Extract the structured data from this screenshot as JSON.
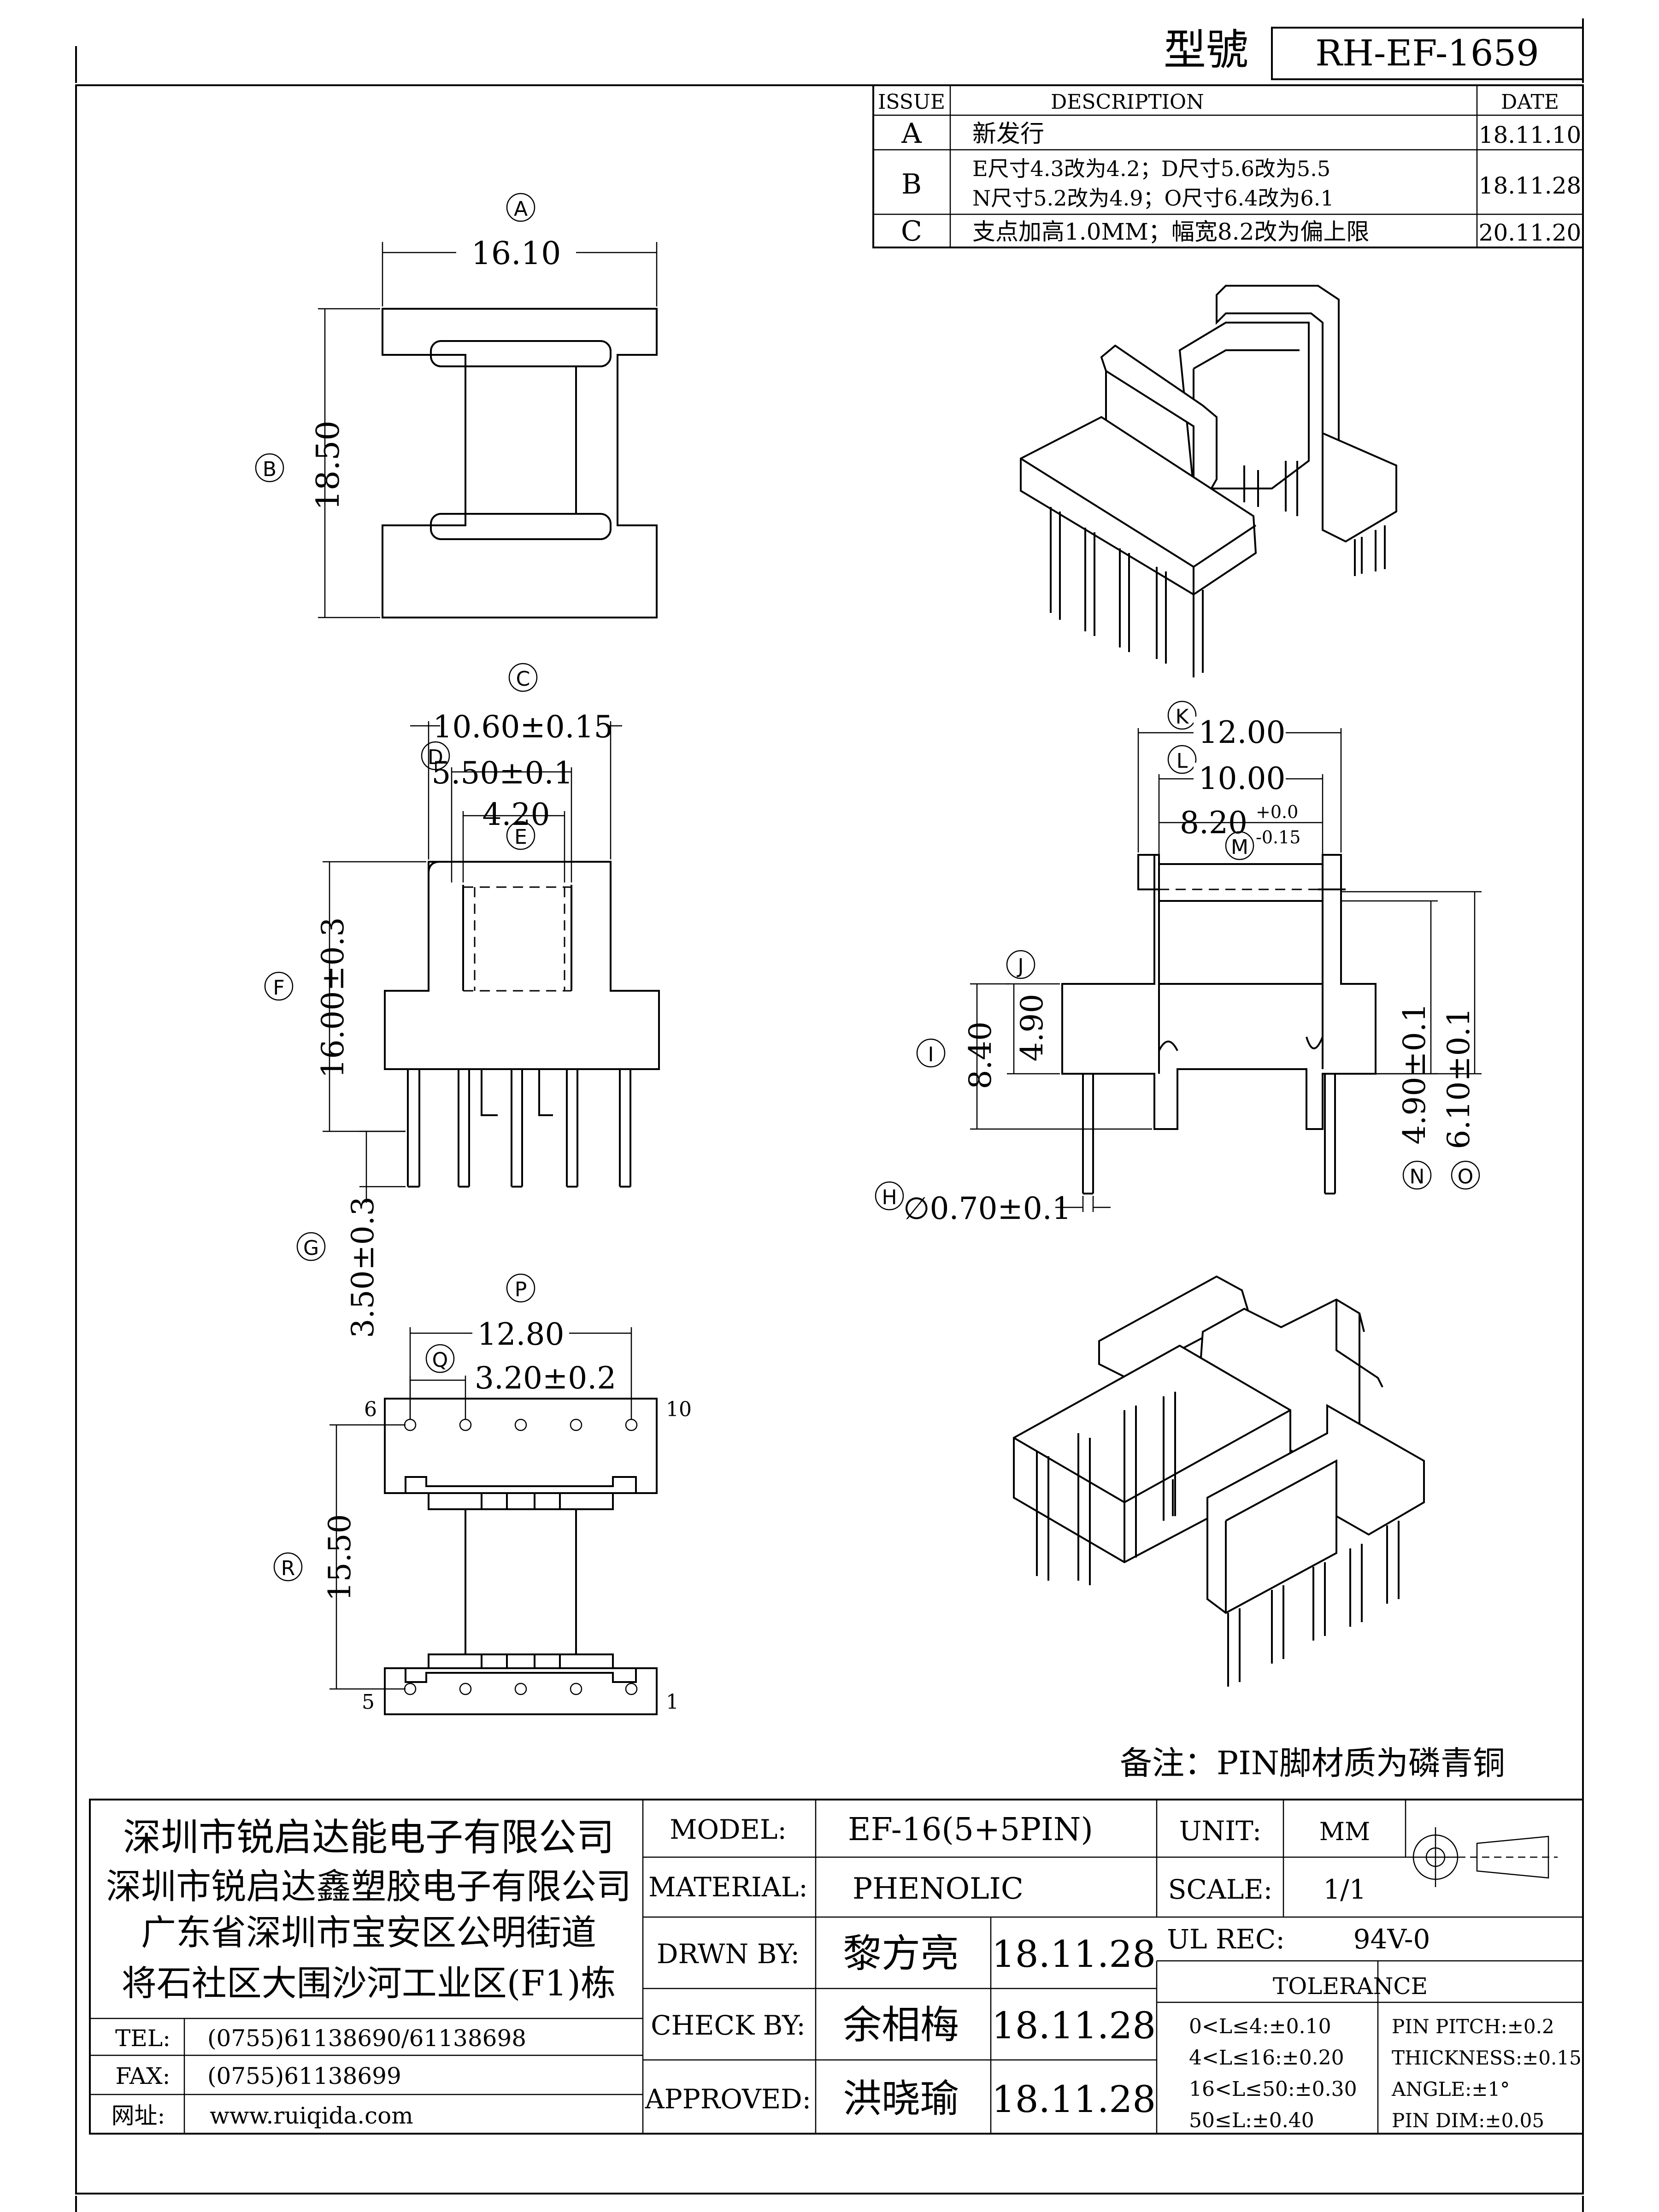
{
  "header": {
    "model_label": "型號",
    "model_value": "RH-EF-1659"
  },
  "revisions": {
    "headers": [
      "ISSUE",
      "DESCRIPTION",
      "DATE"
    ],
    "rows": [
      {
        "issue": "A",
        "desc": [
          "新发行"
        ],
        "date": "18.11.10"
      },
      {
        "issue": "B",
        "desc": [
          "E尺寸4.3改为4.2；D尺寸5.6改为5.5",
          "N尺寸5.2改为4.9；O尺寸6.4改为6.1"
        ],
        "date": "18.11.28"
      },
      {
        "issue": "C",
        "desc": [
          "支点加高1.0MM；幅宽8.2改为偏上限"
        ],
        "date": "20.11.20"
      }
    ]
  },
  "dims": {
    "A": {
      "tag": "Ⓐ",
      "value": "16.10"
    },
    "B": {
      "tag": "Ⓑ",
      "value": "18.50"
    },
    "C": {
      "tag": "Ⓒ",
      "value": "10.60±0.15"
    },
    "D": {
      "tag": "Ⓓ",
      "value": "5.50±0.1"
    },
    "E": {
      "tag": "Ⓔ",
      "value": "4.20"
    },
    "F": {
      "tag": "Ⓕ",
      "value": "16.00±0.3"
    },
    "G": {
      "tag": "Ⓖ",
      "value": "3.50±0.3"
    },
    "H": {
      "tag": "Ⓗ",
      "value": "∅0.70±0.1"
    },
    "I": {
      "tag": "Ⓘ",
      "value": "8.40"
    },
    "J": {
      "tag": "Ⓙ",
      "value": "4.90"
    },
    "K": {
      "tag": "Ⓚ",
      "value": "12.00"
    },
    "L": {
      "tag": "Ⓛ",
      "value": "10.00"
    },
    "M": {
      "tag": "Ⓜ",
      "value": "8.20",
      "tol_plus": "+0.0",
      "tol_minus": "-0.15"
    },
    "N": {
      "tag": "Ⓝ",
      "value": "4.90±0.1"
    },
    "O": {
      "tag": "Ⓞ",
      "value": "6.10±0.1"
    },
    "P": {
      "tag": "Ⓟ",
      "value": "12.80"
    },
    "Q": {
      "tag": "Ⓠ",
      "value": "3.20±0.2"
    },
    "R": {
      "tag": "Ⓡ",
      "value": "15.50"
    }
  },
  "pins": {
    "top_left": "6",
    "top_right": "10",
    "bottom_left": "5",
    "bottom_right": "1"
  },
  "note": "备注：PIN脚材质为磷青铜",
  "company": {
    "lines": [
      "深圳市锐启达能电子有限公司",
      "深圳市锐启达鑫塑胶电子有限公司",
      "广东省深圳市宝安区公明街道",
      "将石社区大围沙河工业区(F1)栋"
    ],
    "tel_label": "TEL:",
    "tel": "(0755)61138690/61138698",
    "fax_label": "FAX:",
    "fax": "(0755)61138699",
    "web_label": "网址:",
    "web": "www.ruiqida.com"
  },
  "title_block": {
    "model_label": "MODEL:",
    "model": "EF-16(5+5PIN)",
    "material_label": "MATERIAL:",
    "material": "PHENOLIC",
    "drawn_label": "DRWN BY:",
    "drawn": "黎方亮",
    "drawn_date": "18.11.28",
    "check_label": "CHECK BY:",
    "check": "余相梅",
    "check_date": "18.11.28",
    "approved_label": "APPROVED:",
    "approved": "洪晓瑜",
    "approved_date": "18.11.28",
    "unit_label": "UNIT:",
    "unit": "MM",
    "scale_label": "SCALE:",
    "scale": "1/1",
    "ul_label": "UL REC:",
    "ul": "94V-0",
    "tolerance_label": "TOLERANCE",
    "tol_left": [
      "0<L≤4:±0.10",
      "4<L≤16:±0.20",
      "16<L≤50:±0.30",
      "50≤L:±0.40"
    ],
    "tol_right": [
      "PIN PITCH:±0.2",
      "THICKNESS:±0.15",
      "ANGLE:±1°",
      "PIN DIM:±0.05"
    ]
  }
}
